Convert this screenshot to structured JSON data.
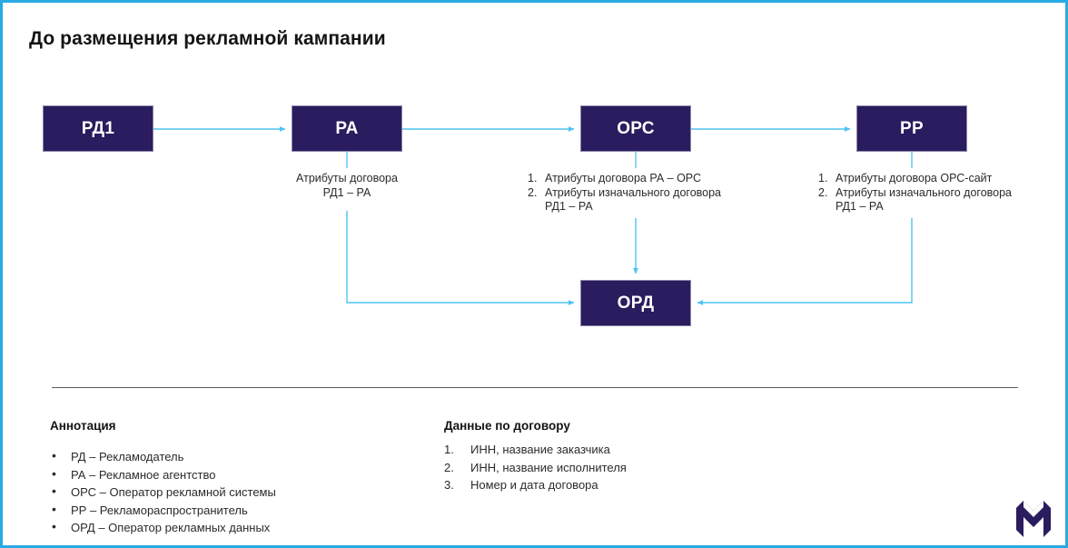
{
  "slide": {
    "title": "До размещения рекламной кампании",
    "border_color": "#29ABE2",
    "node_fill": "#2A1C5E",
    "connector_color": "#4FC3F0",
    "divider_color": "#5A5A63",
    "logo_color": "#2A1C5E"
  },
  "nodes": {
    "rd1": "РД1",
    "ra": "РА",
    "ors": "ОРС",
    "rr": "РР",
    "ord": "ОРД"
  },
  "captions": {
    "ra": {
      "line1": "Атрибуты договора",
      "line2": "РД1 – РА"
    },
    "ors": {
      "items": [
        {
          "num": "1.",
          "text": "Атрибуты договора РА – ОРС"
        },
        {
          "num": "2.",
          "text": "Атрибуты изначального договора",
          "sub": "РД1 – РА"
        }
      ]
    },
    "rr": {
      "items": [
        {
          "num": "1.",
          "text": "Атрибуты договора ОРС-сайт"
        },
        {
          "num": "2.",
          "text": "Атрибуты изначального договора",
          "sub": "РД1 – РА"
        }
      ]
    }
  },
  "legend": {
    "annotation": {
      "heading": "Аннотация",
      "bullet": "•",
      "items": [
        "РД – Рекламодатель",
        "РА – Рекламное агентство",
        "ОРС – Оператор рекламной системы",
        "РР – Рекламораспространитель",
        "ОРД – Оператор рекламных данных"
      ]
    },
    "contract_data": {
      "heading": "Данные по договору",
      "items": [
        {
          "num": "1.",
          "text": "ИНН, название заказчика"
        },
        {
          "num": "2.",
          "text": "ИНН, название исполнителя"
        },
        {
          "num": "3.",
          "text": "Номер и дата договора"
        }
      ]
    }
  },
  "logo": {
    "name": "company-logo"
  }
}
